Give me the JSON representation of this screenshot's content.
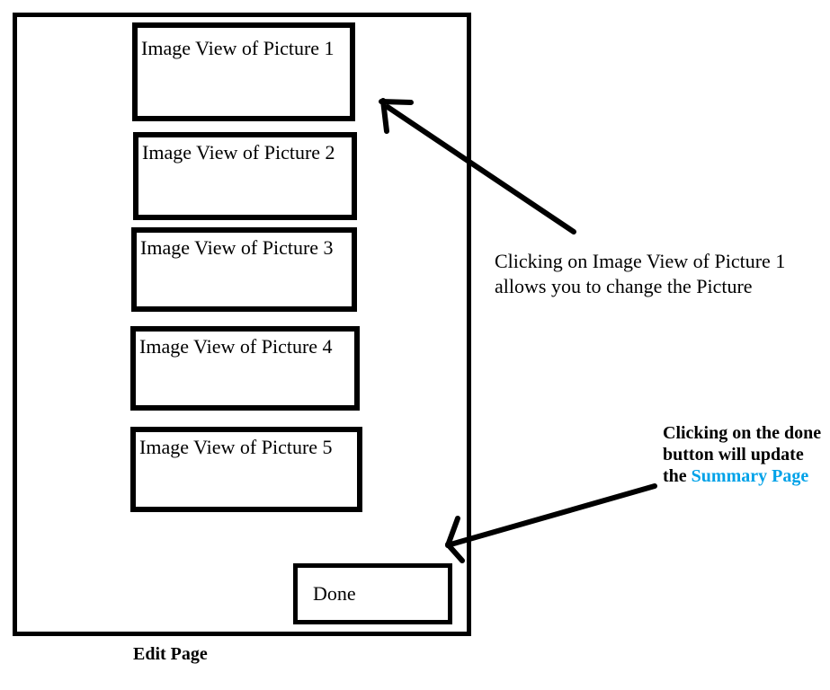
{
  "edit_page": {
    "page_label": "Edit Page",
    "image_views": [
      {
        "label": "Image View of Picture 1"
      },
      {
        "label": "Image View of Picture 2"
      },
      {
        "label": "Image View of Picture 3"
      },
      {
        "label": "Image View of Picture 4"
      },
      {
        "label": "Image View of Picture 5"
      }
    ],
    "done_button_label": "Done"
  },
  "annotations": {
    "picture_note": "Clicking on Image View of Picture 1\nallows you to change the Picture",
    "done_note_line1": "Clicking on the done",
    "done_note_line2": "button will update",
    "done_note_line3_prefix": "the ",
    "done_note_link": "Summary Page"
  },
  "colors": {
    "ink": "#000000",
    "background": "#ffffff",
    "link_blue": "#00a2e8"
  }
}
